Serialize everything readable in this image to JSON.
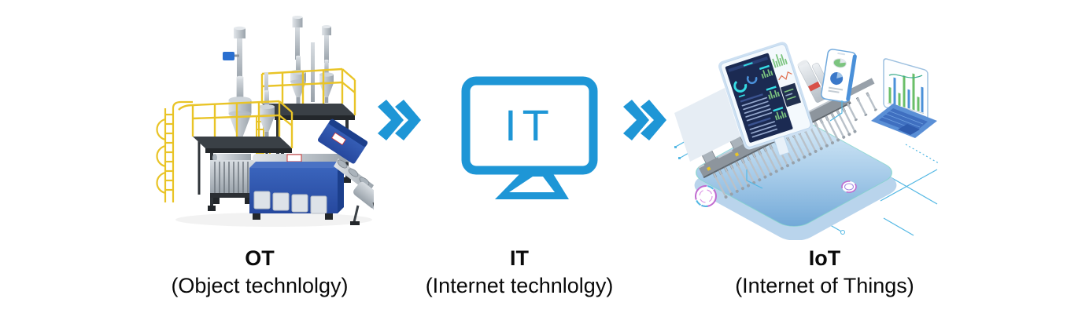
{
  "stages": [
    {
      "key": "ot",
      "title": "OT",
      "subtitle": "(Object technlolgy)"
    },
    {
      "key": "it",
      "title": "IT",
      "subtitle": "(Internet technlolgy)"
    },
    {
      "key": "iot",
      "title": "IoT",
      "subtitle": "(Internet of Things)"
    }
  ],
  "it_monitor_label": "IT",
  "colors": {
    "accent_blue": "#1e96d6",
    "machine_blue": "#2d55aa",
    "railing_yellow": "#e9c427",
    "dashboard_navy": "#1b2a52",
    "platform_blue": "#9ec7e8",
    "circuit_cyan": "#54b8e4",
    "node_purple": "#c06ad0",
    "chart_green": "#7cc47f",
    "label_text": "#0a0a0a"
  }
}
